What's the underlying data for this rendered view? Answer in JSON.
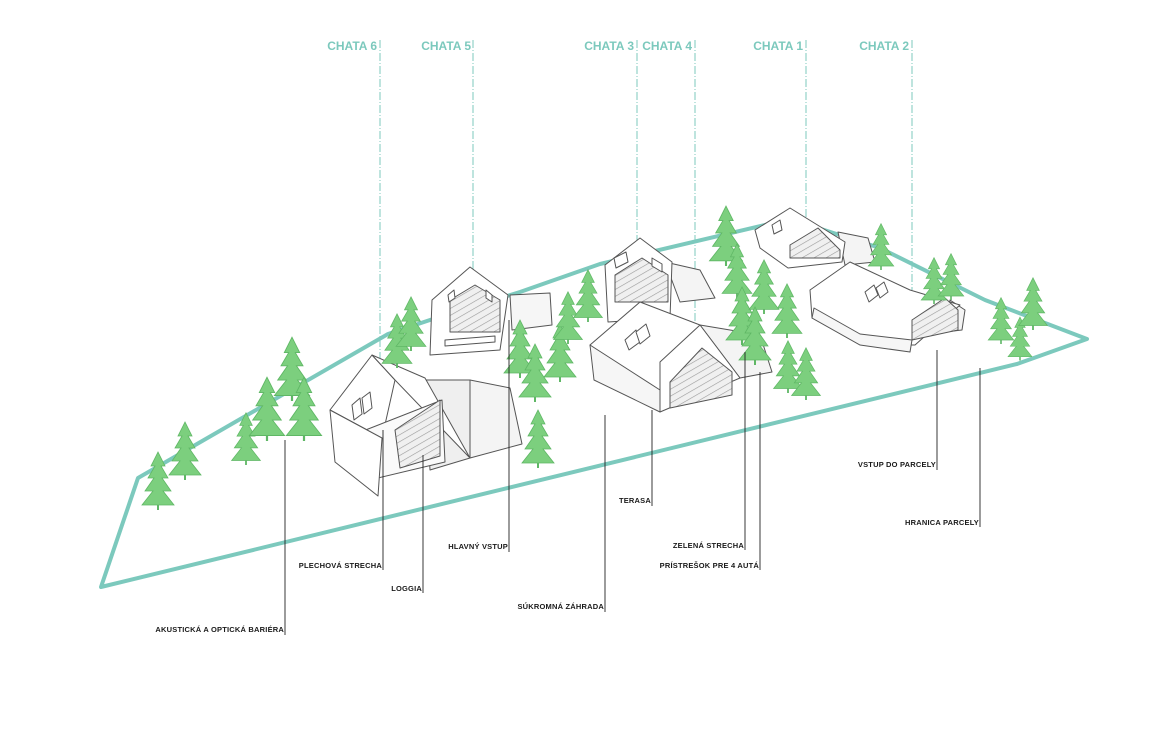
{
  "chalets": [
    {
      "id": "chata-6",
      "label": "CHATA 6"
    },
    {
      "id": "chata-5",
      "label": "CHATA 5"
    },
    {
      "id": "chata-3",
      "label": "CHATA 3"
    },
    {
      "id": "chata-4",
      "label": "CHATA 4"
    },
    {
      "id": "chata-1",
      "label": "CHATA 1"
    },
    {
      "id": "chata-2",
      "label": "CHATA 2"
    }
  ],
  "callouts": {
    "metal_roof": "PLECHOVÁ STRECHA",
    "loggia": "LOGGIA",
    "acoustic_barrier": "AKUSTICKÁ A OPTICKÁ BARIÉRA",
    "main_entrance": "HLAVNÝ VSTUP",
    "private_garden": "SÚKROMNÁ ZÁHRADA",
    "terrace": "TERASA",
    "green_roof": "ZELENÁ STRECHA",
    "carport": "PRÍSTREŠOK PRE 4 AUTÁ",
    "plot_entrance": "VSTUP DO PARCELY",
    "plot_boundary": "HRANICA PARCELY"
  },
  "colors": {
    "boundary": "#7cc9bd",
    "tree": "#7ccf7e",
    "tree_dark": "#5fb765",
    "building_stroke": "#555555",
    "leader": "#222222"
  }
}
